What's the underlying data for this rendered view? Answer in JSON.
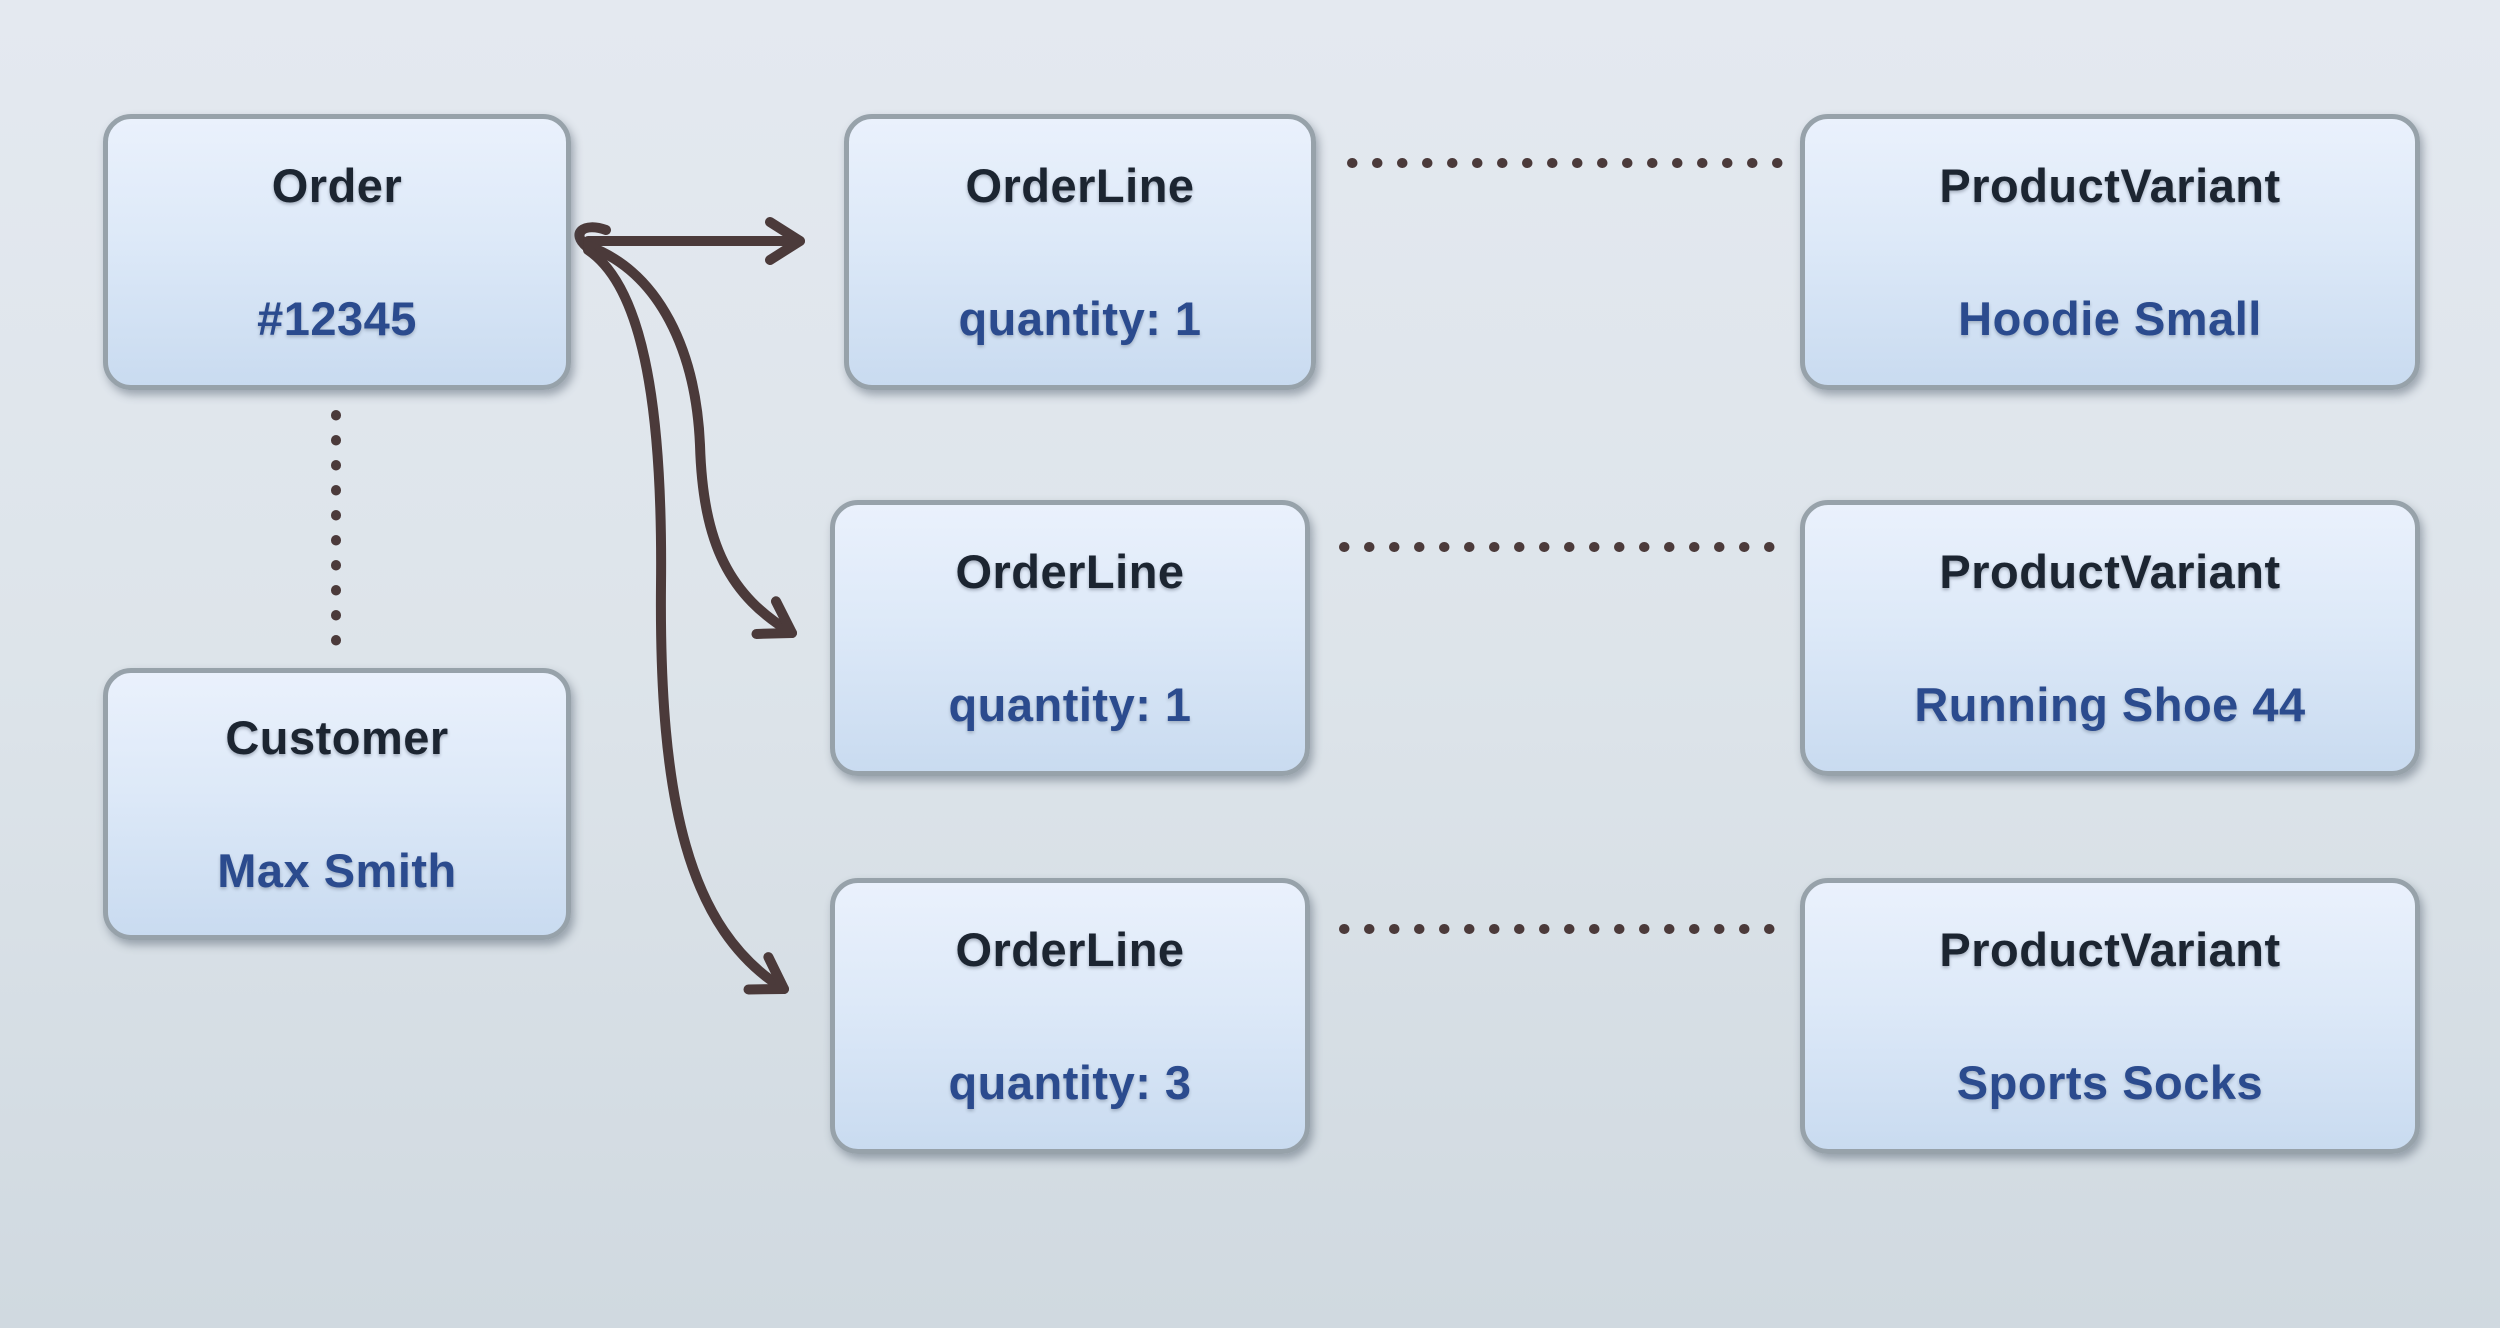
{
  "colors": {
    "background_top": "#e4e9f0",
    "background_mid": "#dde4ea",
    "background_bottom": "#d0d9e0",
    "node_fill_top": "#eaf1fc",
    "node_fill_mid": "#dde9f8",
    "node_fill_bottom": "#c9dbf0",
    "node_border": "#97a2aa",
    "title_text": "#1c2531",
    "value_text": "#2b4b8e",
    "connector": "#4b3a3a"
  },
  "diagram": {
    "order": {
      "title": "Order",
      "value": "#12345"
    },
    "customer": {
      "title": "Customer",
      "value": "Max Smith"
    },
    "order_lines": [
      {
        "title": "OrderLine",
        "value": "quantity: 1"
      },
      {
        "title": "OrderLine",
        "value": "quantity: 1"
      },
      {
        "title": "OrderLine",
        "value": "quantity: 3"
      }
    ],
    "product_variants": [
      {
        "title": "ProductVariant",
        "value": "Hoodie Small"
      },
      {
        "title": "ProductVariant",
        "value": "Running Shoe 44"
      },
      {
        "title": "ProductVariant",
        "value": "Sports Socks"
      }
    ],
    "relationships": [
      {
        "from": "Order #12345",
        "to": "OrderLine quantity: 1 (row 1)",
        "style": "solid-arrow"
      },
      {
        "from": "Order #12345",
        "to": "OrderLine quantity: 1 (row 2)",
        "style": "solid-arrow"
      },
      {
        "from": "Order #12345",
        "to": "OrderLine quantity: 3 (row 3)",
        "style": "solid-arrow"
      },
      {
        "from": "Order #12345",
        "to": "Customer Max Smith",
        "style": "dotted"
      },
      {
        "from": "OrderLine quantity: 1 (row 1)",
        "to": "ProductVariant Hoodie Small",
        "style": "dotted"
      },
      {
        "from": "OrderLine quantity: 1 (row 2)",
        "to": "ProductVariant Running Shoe 44",
        "style": "dotted"
      },
      {
        "from": "OrderLine quantity: 3 (row 3)",
        "to": "ProductVariant Sports Socks",
        "style": "dotted"
      }
    ]
  }
}
